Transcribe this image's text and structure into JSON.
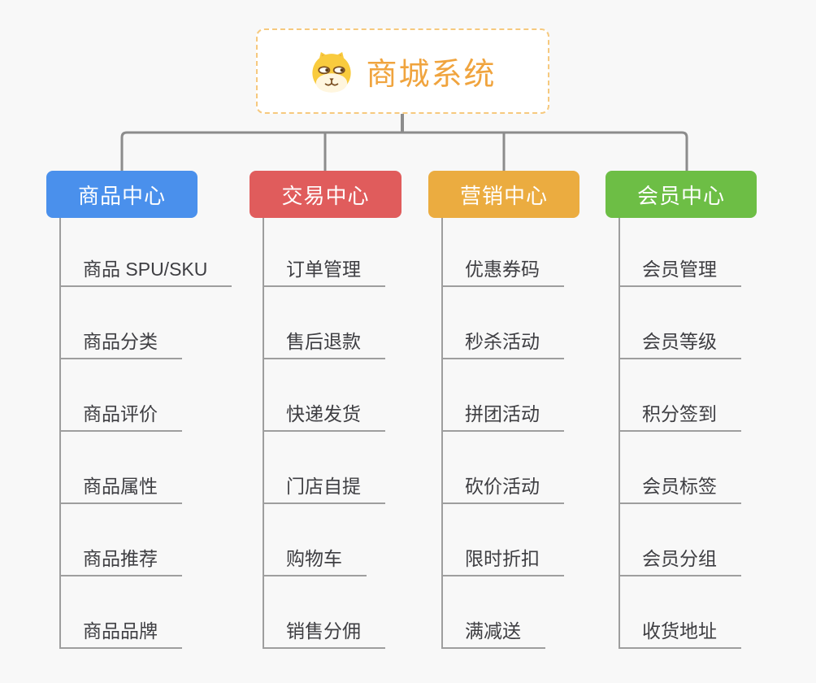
{
  "root": {
    "title": "商城系统",
    "icon": "dog-face-icon"
  },
  "branches": [
    {
      "id": "product-center",
      "label": "商品中心",
      "color": "#4A90EC",
      "children": [
        "商品 SPU/SKU",
        "商品分类",
        "商品评价",
        "商品属性",
        "商品推荐",
        "商品品牌"
      ]
    },
    {
      "id": "trade-center",
      "label": "交易中心",
      "color": "#E05C5C",
      "children": [
        "订单管理",
        "售后退款",
        "快递发货",
        "门店自提",
        "购物车",
        "销售分佣"
      ]
    },
    {
      "id": "marketing-center",
      "label": "营销中心",
      "color": "#EBAC40",
      "children": [
        "优惠券码",
        "秒杀活动",
        "拼团活动",
        "砍价活动",
        "限时折扣",
        "满减送"
      ]
    },
    {
      "id": "member-center",
      "label": "会员中心",
      "color": "#6DBE45",
      "children": [
        "会员管理",
        "会员等级",
        "积分签到",
        "会员标签",
        "会员分组",
        "收货地址"
      ]
    }
  ],
  "colors": {
    "background": "#F8F8F8",
    "connector": "#8C8C8C",
    "leaf_line": "#9E9E9E",
    "leaf_text": "#3E3E42",
    "root_text": "#F0A43E",
    "root_border": "#F6C97E"
  },
  "layout_hint": {
    "branch_lefts": [
      57,
      307,
      527,
      745
    ],
    "branch_widths": [
      186,
      187,
      186,
      186
    ]
  }
}
